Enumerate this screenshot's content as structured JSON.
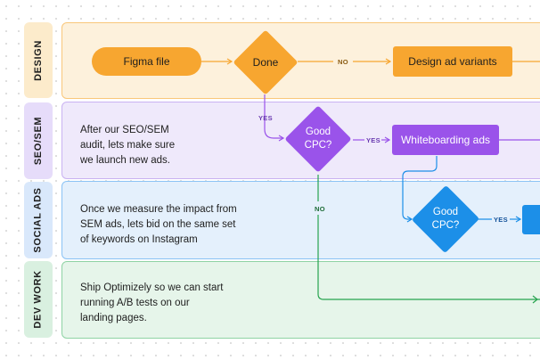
{
  "lanes": [
    {
      "label": "DESIGN"
    },
    {
      "label": "SEO/SEM",
      "note": [
        "After our SEO/SEM",
        "audit, lets make sure",
        "we launch new ads."
      ]
    },
    {
      "label": "SOCIAL ADS",
      "note": [
        "Once we measure the impact from",
        "SEM ads, lets bid on the same set",
        "of keywords on Instagram"
      ]
    },
    {
      "label": "DEV WORK",
      "note": [
        "Ship Optimizely so we can start",
        "running A/B tests on our",
        "landing pages."
      ]
    }
  ],
  "nodes": {
    "figma_file": "Figma file",
    "done": "Done",
    "design_ad_variants": "Design ad variants",
    "good_cpc_1": [
      "Good",
      "CPC?"
    ],
    "whiteboarding_ads": "Whiteboarding ads",
    "good_cpc_2": [
      "Good",
      "CPC?"
    ]
  },
  "edge_labels": {
    "no_1": "NO",
    "yes_1": "YES",
    "yes_2": "YES",
    "no_2": "NO",
    "yes_3": "YES"
  },
  "colors": {
    "design_bg": "#fdf1dc",
    "design_border": "#f9c77a",
    "design_node": "#f7a630",
    "seo_bg": "#efe9fb",
    "seo_border": "#c9b2f2",
    "seo_node": "#9a53ea",
    "social_bg": "#e4f0fc",
    "social_border": "#8bc3f5",
    "social_node": "#1c8fe8",
    "dev_bg": "#e6f5ea",
    "dev_border": "#8fd3a4",
    "dev_line": "#27a44f",
    "label_design": "#fcebcb",
    "label_seo": "#e6dcfa",
    "label_social": "#d9e8fb",
    "label_dev": "#d9f0e0"
  }
}
